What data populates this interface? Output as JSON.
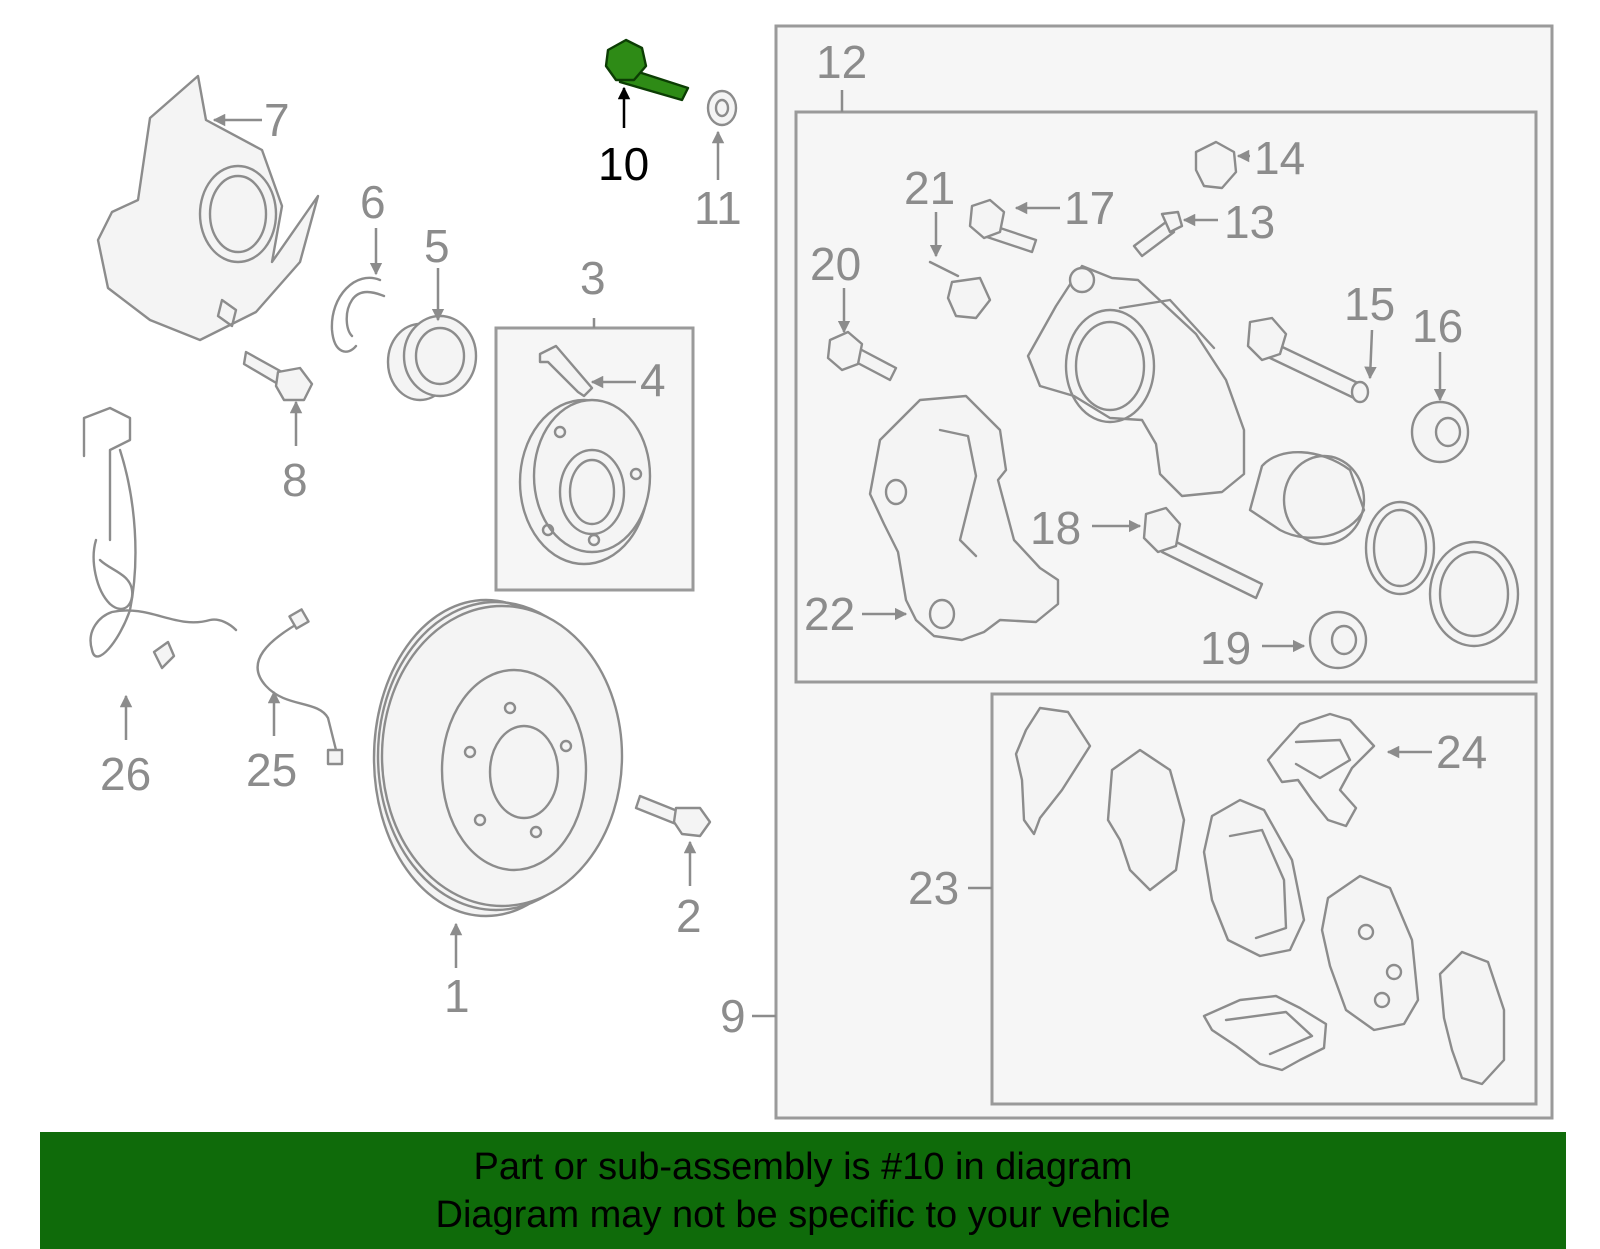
{
  "diagram": {
    "highlighted_part": "10",
    "callouts": [
      "1",
      "2",
      "3",
      "4",
      "5",
      "6",
      "7",
      "8",
      "9",
      "10",
      "11",
      "12",
      "13",
      "14",
      "15",
      "16",
      "17",
      "18",
      "19",
      "20",
      "21",
      "22",
      "23",
      "24",
      "25",
      "26"
    ],
    "highlight_color": "#2e8b16"
  },
  "banner": {
    "line1": "Part or sub-assembly is #10 in diagram",
    "line2": "Diagram may not be specific to your vehicle",
    "background": "#0f6b0a"
  }
}
